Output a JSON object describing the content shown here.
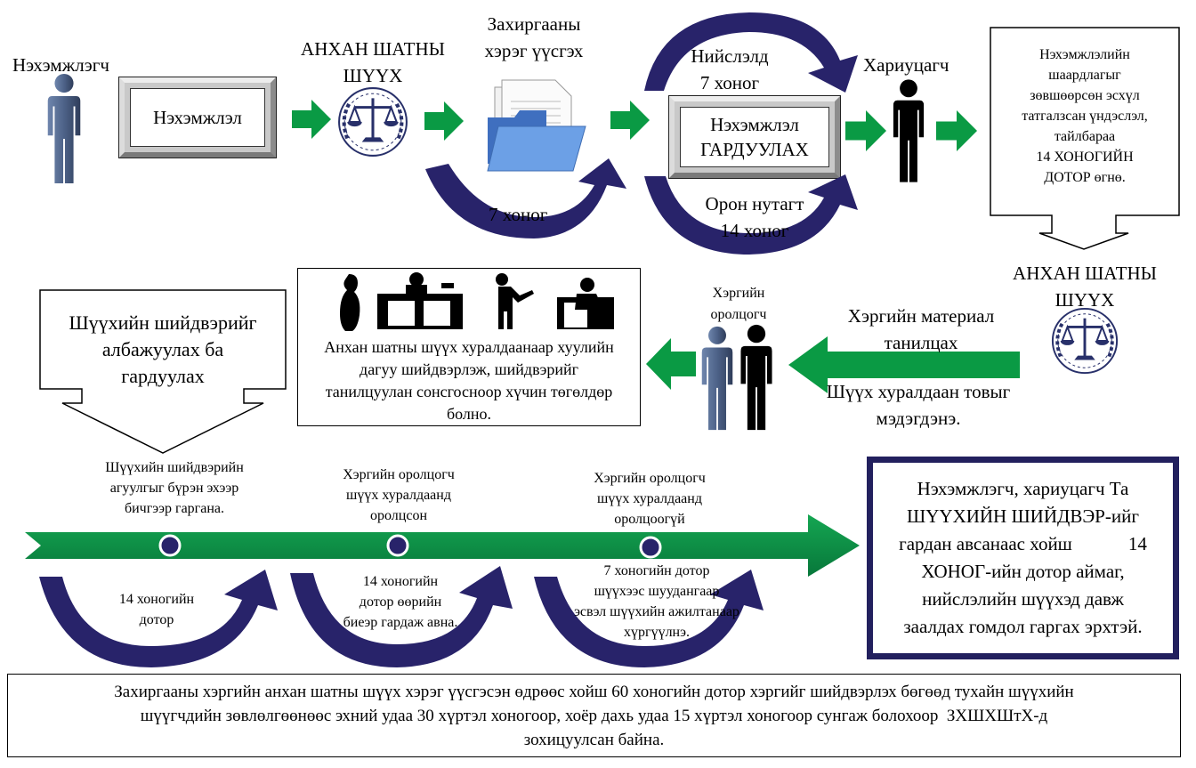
{
  "top": {
    "plaintiff_label": "Нэхэмжлэгч",
    "claim_box": "Нэхэмжлэл",
    "first_court_line1": "АНХАН ШАТНЫ",
    "first_court_line2": "ШҮҮХ",
    "admin_case_line1": "Захиргааны",
    "admin_case_line2": "хэрэг үүсгэх",
    "days_7_bottom": "7  хоног",
    "capital_line1": "Нийслэлд",
    "capital_line2": "7 хоног",
    "deliver_line1": "Нэхэмжлэл",
    "deliver_line2": "ГАРДУУЛАХ",
    "local_line1": "Орон нутагт",
    "local_line2": "14 хоног",
    "defendant_label": "Хариуцагч",
    "response_box": [
      "Нэхэмжлэлийн",
      "шаардлагыг",
      "зөвшөөрсөн эсхүл",
      "татгалзсан үндэслэл,",
      "тайлбараа",
      "14 ХОНОГИЙН",
      "ДОТОР өгнө."
    ]
  },
  "middle": {
    "decision_delivery": [
      "Шүүхийн шийдвэрийг",
      "албажуулах ба",
      "гардуулах"
    ],
    "hearing_text": [
      "Анхан шатны шүүх хуралдаанаар хуулийн",
      "дагуу шийдвэрлэж, шийдвэрийг",
      "танилцуулан сонсгосноор хүчин төгөлдөр",
      "болно."
    ],
    "participants_line1": "Хэргийн",
    "participants_line2": "оролцогч",
    "material_line1": "Хэргийн материал",
    "material_line2": "танилцах",
    "hearing_date_line1": "Шүүх хуралдаан товыг",
    "hearing_date_line2": "мэдэгдэнэ.",
    "court2_line1": "АНХАН ШАТНЫ",
    "court2_line2": "ШҮҮХ"
  },
  "timeline": {
    "above": [
      [
        "Шүүхийн шийдвэрийн",
        "агуулгыг  бүрэн эхээр",
        "бичгээр  гаргана."
      ],
      [
        "Хэргийн оролцогч",
        "шүүх хуралдаанд",
        "оролцсон"
      ],
      [
        "Хэргийн оролцогч",
        "шүүх хуралдаанд",
        "оролцоогүй"
      ]
    ],
    "below": [
      [
        "14 хоногийн",
        "дотор"
      ],
      [
        "14 хоногийн",
        "дотор өөрийн",
        "биеэр гардаж авна."
      ],
      [
        "7 хоногийн дотор",
        "шүүхээс шуудангаар",
        "эсвэл шүүхийн  ажилтанаар",
        "хүргүүлнэ."
      ]
    ]
  },
  "appeal_box": [
    "Нэхэмжлэгч, хариуцагч Та",
    "ШҮҮХИЙН ШИЙДВЭР-ийг",
    "гардан авсанаас хойш            14",
    "ХОНОГ-ийн  дотор аймаг,",
    "нийслэлийн шүүхэд давж",
    "заалдах гомдол гаргах эрхтэй."
  ],
  "footer": [
    "Захиргааны хэргийн анхан шатны шүүх хэрэг үүсгэсэн өдрөөс хойш 60 хоногийн дотор хэргийг шийдвэрлэх бөгөөд тухайн шүүхийн",
    "шүүгчдийн зөвлөлгөөнөөс эхний удаа 30 хүртэл хоногоор, хоёр дахь удаа 15 хүртэл хоногоор сунгаж болохоор  ЗХШХШтХ-д",
    "зохицуулсан байна."
  ],
  "colors": {
    "green": "#0a9a44",
    "navy": "#232060",
    "person_blue": "#4d6288",
    "dark_green": "#0b6b3a"
  }
}
